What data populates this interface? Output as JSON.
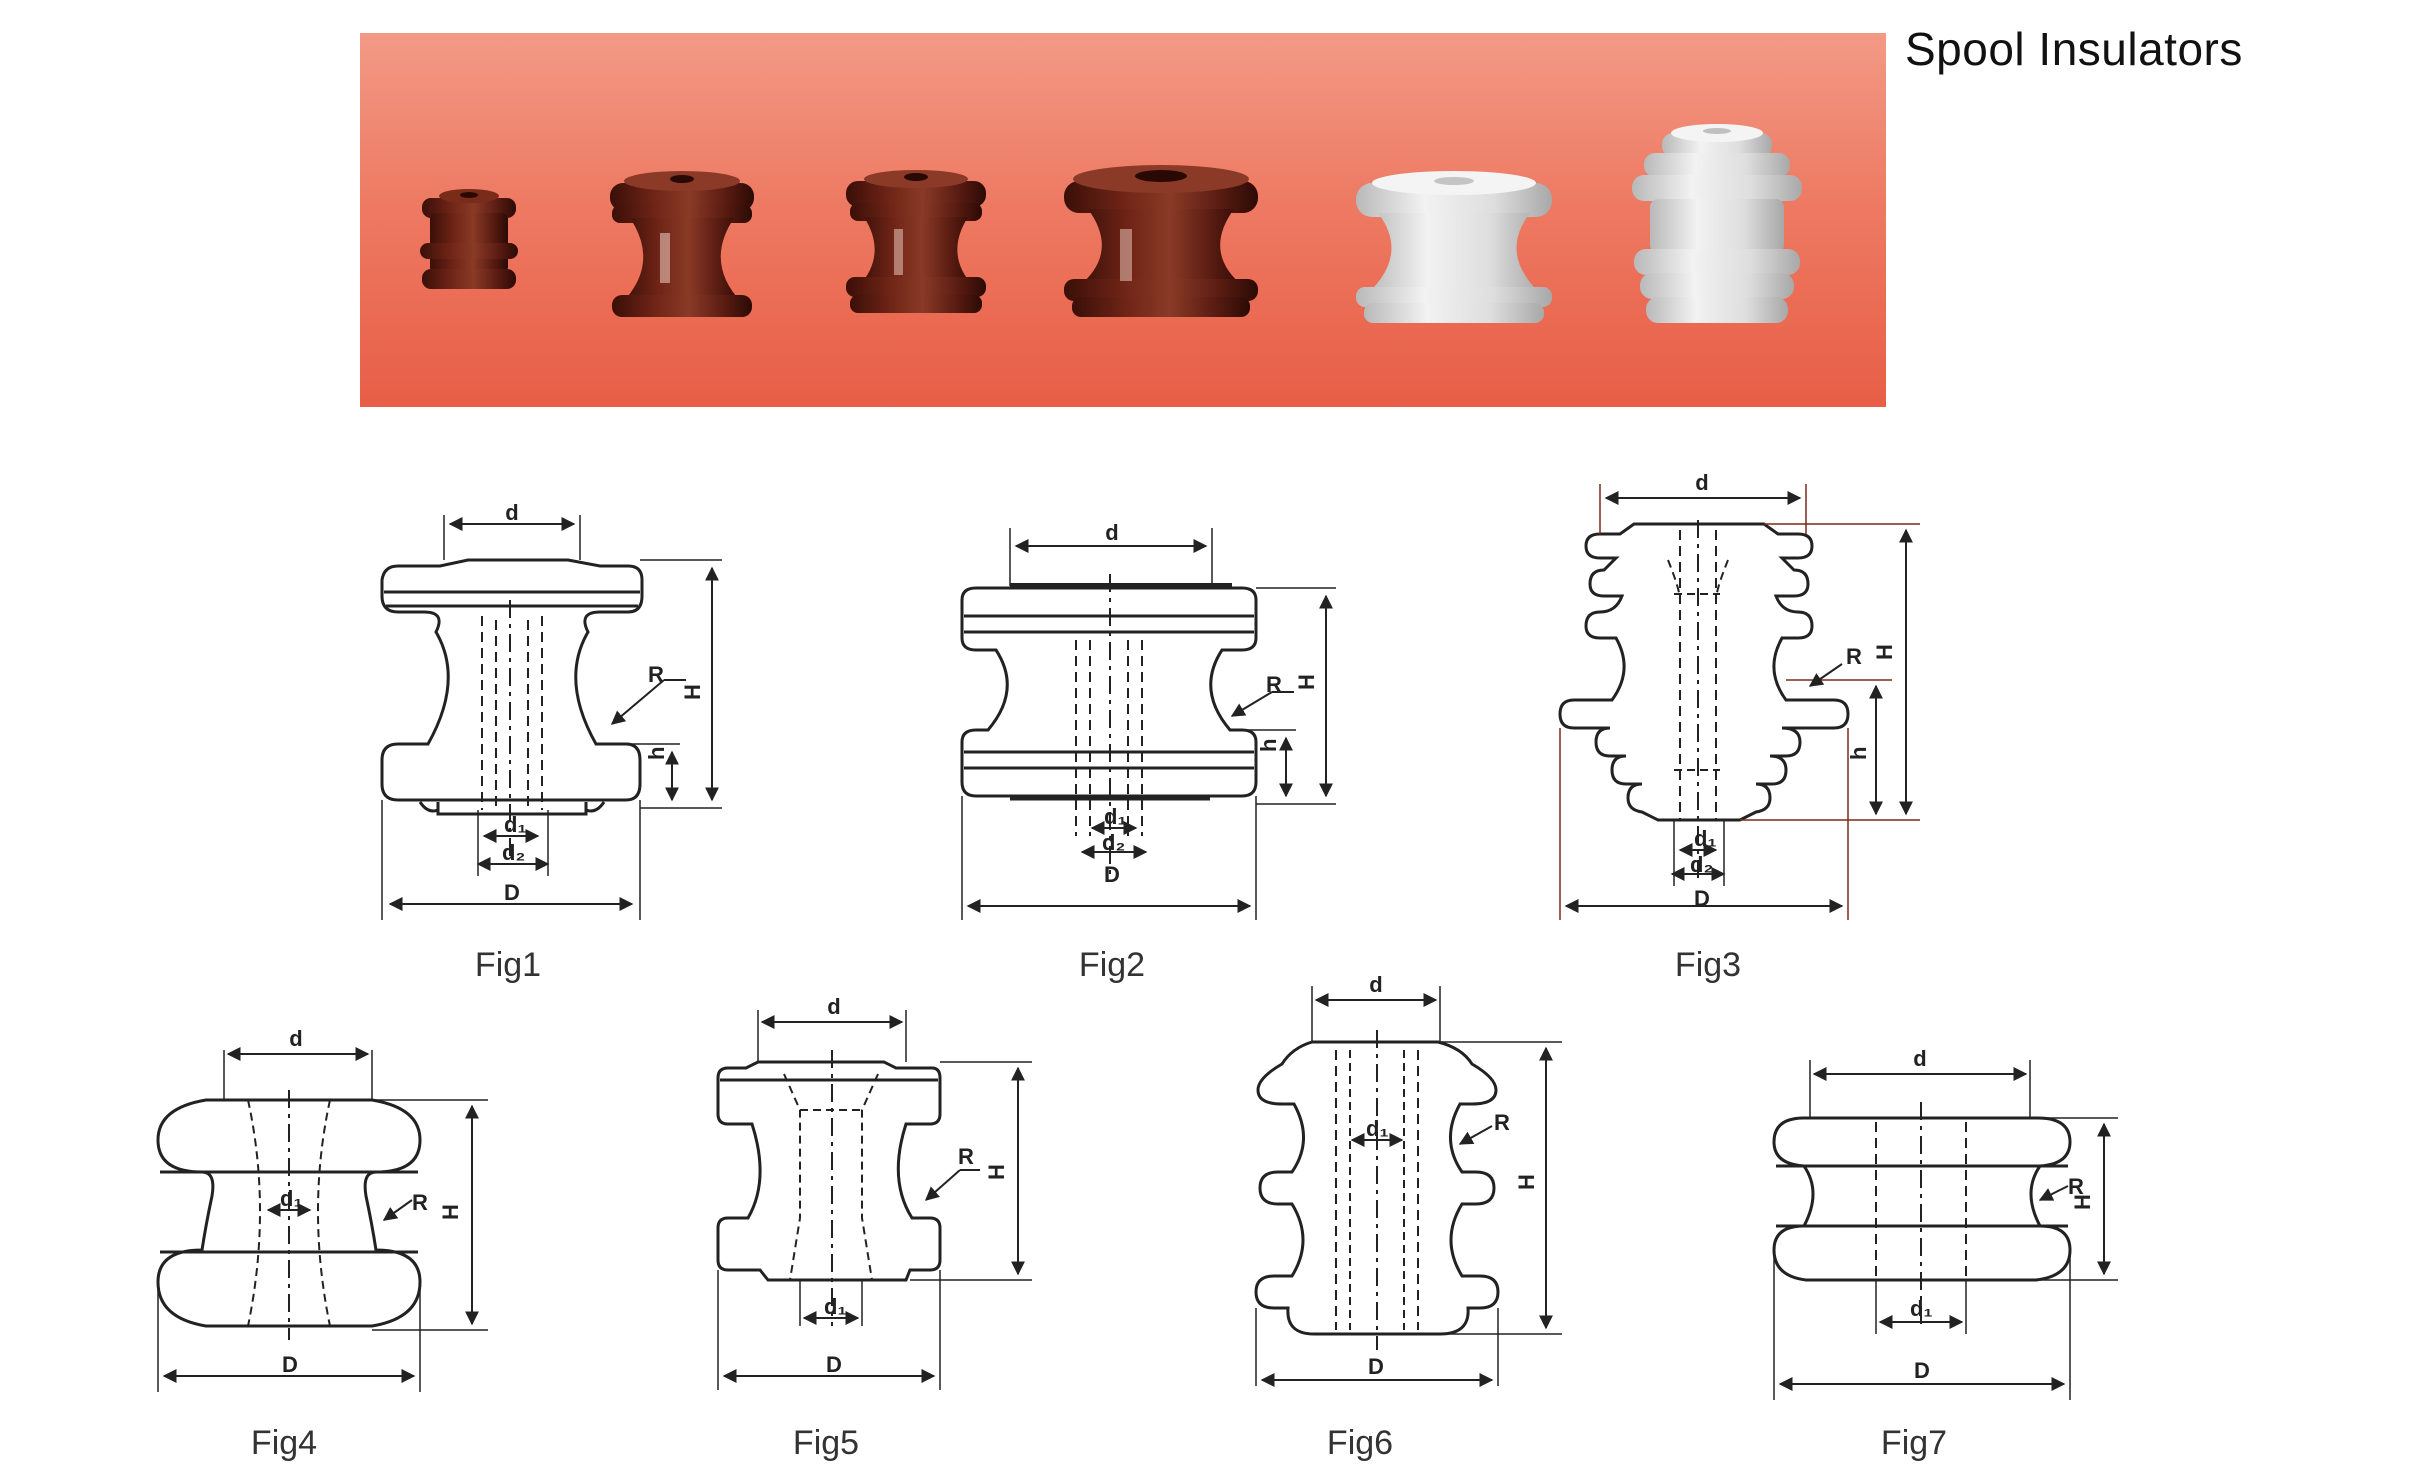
{
  "header": {
    "title": "Spool Insulators"
  },
  "banner": {
    "colors": {
      "background_top": "#f29a86",
      "background_bottom": "#e85e46",
      "brown_glaze": "#5a1c12",
      "white_glaze": "#dcdcdc"
    },
    "photos": [
      {
        "name": "brown-spool-1",
        "glaze": "brown"
      },
      {
        "name": "brown-spool-2",
        "glaze": "brown"
      },
      {
        "name": "brown-spool-3",
        "glaze": "brown"
      },
      {
        "name": "brown-spool-4",
        "glaze": "brown"
      },
      {
        "name": "white-spool-5",
        "glaze": "white"
      },
      {
        "name": "white-spool-6",
        "glaze": "white"
      }
    ]
  },
  "figures": [
    {
      "caption": "Fig1",
      "labels": {
        "d": "d",
        "H": "H",
        "h": "h",
        "R": "R",
        "d1": "d₁",
        "d2": "d₂",
        "D": "D"
      }
    },
    {
      "caption": "Fig2",
      "labels": {
        "d": "d",
        "H": "H",
        "h": "h",
        "R": "R",
        "d1": "d₁",
        "d2": "d₂",
        "D": "D"
      }
    },
    {
      "caption": "Fig3",
      "labels": {
        "d": "d",
        "H": "H",
        "h": "h",
        "R": "R",
        "d1": "d₁",
        "d2": "d₂",
        "D": "D"
      }
    },
    {
      "caption": "Fig4",
      "labels": {
        "d": "d",
        "H": "H",
        "R": "R",
        "d1": "d₁",
        "D": "D"
      }
    },
    {
      "caption": "Fig5",
      "labels": {
        "d": "d",
        "H": "H",
        "R": "R",
        "d1": "d₁",
        "D": "D"
      }
    },
    {
      "caption": "Fig6",
      "labels": {
        "d": "d",
        "H": "H",
        "R": "R",
        "d1": "d₁",
        "D": "D"
      }
    },
    {
      "caption": "Fig7",
      "labels": {
        "d": "d",
        "H": "H",
        "R": "R",
        "d1": "d₁",
        "D": "D"
      }
    }
  ]
}
